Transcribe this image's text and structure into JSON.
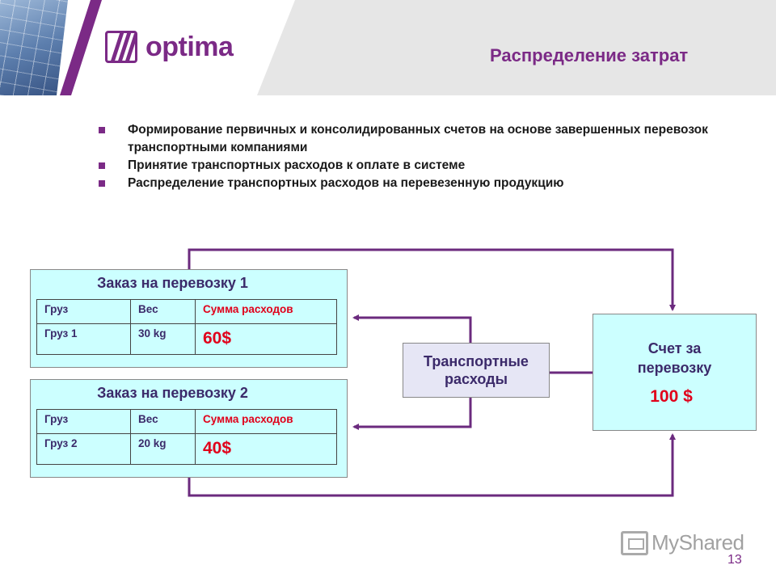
{
  "logo": {
    "brand": "optima"
  },
  "slide": {
    "title": "Распределение затрат",
    "page_number": "13"
  },
  "bullets": [
    "Формирование первичных и консолидированных счетов на основе завершенных перевозок транспортными компаниями",
    "Принятие транспортных расходов к оплате в системе",
    "Распределение транспортных расходов на перевезенную продукцию"
  ],
  "orders": [
    {
      "title": "Заказ на перевозку 1",
      "headers": [
        "Груз",
        "Вес",
        "Сумма расходов"
      ],
      "row": [
        "Груз 1",
        "30 kg",
        "60$"
      ]
    },
    {
      "title": "Заказ на перевозку 2",
      "headers": [
        "Груз",
        "Вес",
        "Сумма расходов"
      ],
      "row": [
        "Груз 2",
        "20 kg",
        "40$"
      ]
    }
  ],
  "transport": {
    "line1": "Транспортные",
    "line2": "расходы"
  },
  "invoice": {
    "line1": "Счет за",
    "line2": "перевозку",
    "amount": "100 $"
  },
  "watermark": {
    "text": "MyShared"
  },
  "colors": {
    "accent": "#7b2a86",
    "box_fill": "#ccffff",
    "transport_fill": "#e6e6f5",
    "highlight": "#e0001a",
    "text_dark": "#3b2a6a"
  }
}
